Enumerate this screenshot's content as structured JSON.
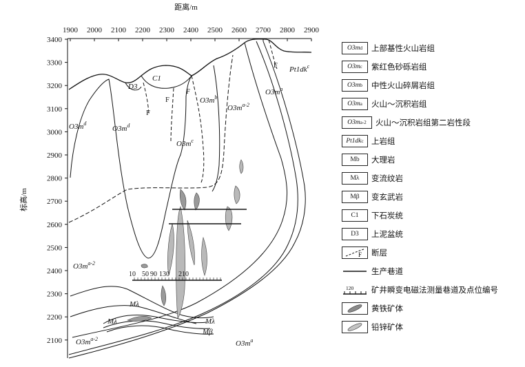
{
  "x_axis": {
    "label": "距离/m",
    "ticks": [
      "1900",
      "2000",
      "2100",
      "2200",
      "2300",
      "2400",
      "2500",
      "2600",
      "2700",
      "2800",
      "2900"
    ]
  },
  "y_axis": {
    "label": "标高/m",
    "ticks": [
      "3400",
      "3300",
      "3200",
      "3100",
      "3000",
      "2900",
      "2800",
      "2700",
      "2600",
      "2500",
      "2400",
      "2300",
      "2200",
      "2100"
    ]
  },
  "map_labels": {
    "o3md_left": "O3m",
    "o3md_left_sup": "d",
    "o3md_mid": "O3m",
    "o3md_mid_sup": "d",
    "c1": "C1",
    "d3": "D3",
    "o3mc": "O3m",
    "o3mc_sup": "c",
    "o3mb": "O3m",
    "o3mb_sup": "b",
    "o3ma2_top": "O3m",
    "o3ma2_top_sup": "a-2",
    "o3ma_top": "O3m",
    "o3ma_top_sup": "a",
    "pt1dkc": "Pt1dk",
    "pt1dkc_sup": "c",
    "o3ma2_left": "O3m",
    "o3ma2_left_sup": "a-2",
    "o3ma2_bottom": "O3m",
    "o3ma2_bottom_sup": "a-2",
    "o3ma_bottom": "O3m",
    "o3ma_bottom_sup": "a",
    "f": "F",
    "m_lambda_1": "Mλ",
    "m_lambda_2": "Mλ",
    "m_lambda_3": "Mλ",
    "m_beta": "Mβ",
    "measure_points": [
      "10",
      "50",
      "90",
      "130",
      "210"
    ]
  },
  "legend": [
    {
      "symbol": "O3m",
      "sup": "d",
      "label": "上部基性火山岩组"
    },
    {
      "symbol": "O3m",
      "sup": "c",
      "label": "紫红色砂砾岩组"
    },
    {
      "symbol": "O3m",
      "sup": "b",
      "label": "中性火山碎屑岩组"
    },
    {
      "symbol": "O3m",
      "sup": "a",
      "label": "火山～沉积岩组"
    },
    {
      "symbol": "O3m",
      "sup": "a-2",
      "label": "火山～沉积岩组第二岩性段"
    },
    {
      "symbol": "Pt1dk",
      "sup": "c",
      "label": "上岩组"
    },
    {
      "symbol": "Mb",
      "sup": "",
      "label": "大理岩"
    },
    {
      "symbol": "Mλ",
      "sup": "",
      "label": "变流纹岩"
    },
    {
      "symbol": "Mβ",
      "sup": "",
      "label": "变玄武岩"
    },
    {
      "symbol": "C1",
      "sup": "",
      "label": "下石炭统"
    },
    {
      "symbol": "D3",
      "sup": "",
      "label": "上泥盆统"
    },
    {
      "symbol": "F",
      "sup": "",
      "label": "断层"
    },
    {
      "symbol": "",
      "sup": "",
      "label": "生产巷道"
    },
    {
      "symbol": "120",
      "sup": "",
      "label": "矿井瞬变电磁法测量巷道及点位编号"
    },
    {
      "symbol": "",
      "sup": "",
      "label": "黄铁矿体"
    },
    {
      "symbol": "",
      "sup": "",
      "label": "铅锌矿体"
    }
  ]
}
